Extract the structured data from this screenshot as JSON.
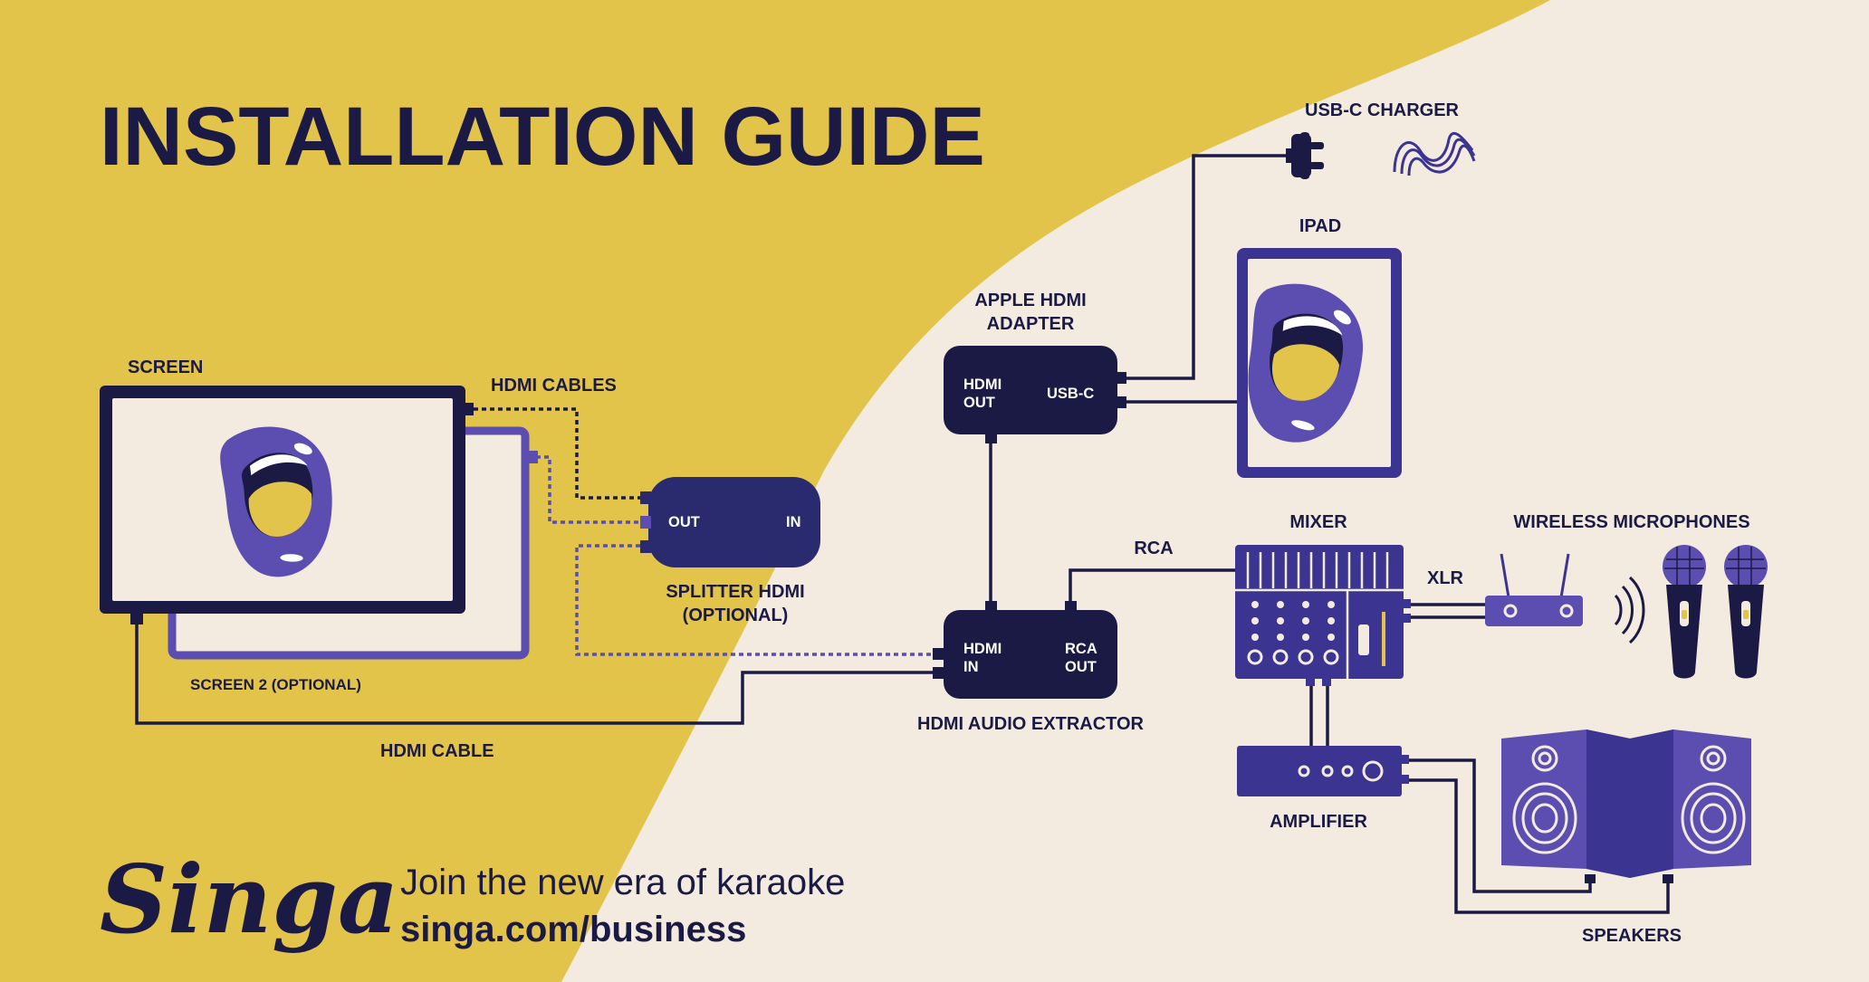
{
  "title": "INSTALLATION GUIDE",
  "colors": {
    "yellow": "#e3c44a",
    "cream": "#f3ebe0",
    "navy": "#1b1a44",
    "purple": "#5b4eb0",
    "white": "#ffffff"
  },
  "devices": {
    "screen": "SCREEN",
    "screen2": "SCREEN 2 (OPTIONAL)",
    "hdmi_cables": "HDMI CABLES",
    "hdmi_cable": "HDMI CABLE",
    "splitter": {
      "line1": "SPLITTER HDMI",
      "line2": "(OPTIONAL)",
      "port_out": "OUT",
      "port_in": "IN"
    },
    "usb_c_charger": "USB-C CHARGER",
    "ipad": "IPAD",
    "apple_adapter": {
      "line1": "APPLE HDMI",
      "line2": "ADAPTER",
      "port_hdmi_1": "HDMI",
      "port_hdmi_2": "OUT",
      "port_usbc": "USB-C"
    },
    "audio_extractor": {
      "label": "HDMI AUDIO EXTRACTOR",
      "port_in_1": "HDMI",
      "port_in_2": "IN",
      "port_out_1": "RCA",
      "port_out_2": "OUT"
    },
    "rca": "RCA",
    "mixer": "MIXER",
    "xlr": "XLR",
    "wireless_microphones": "WIRELESS MICROPHONES",
    "amplifier": "AMPLIFIER",
    "speakers": "SPEAKERS"
  },
  "footer": {
    "brand": "Singa",
    "tagline": "Join the new era of karaoke",
    "url": "singa.com/business"
  }
}
